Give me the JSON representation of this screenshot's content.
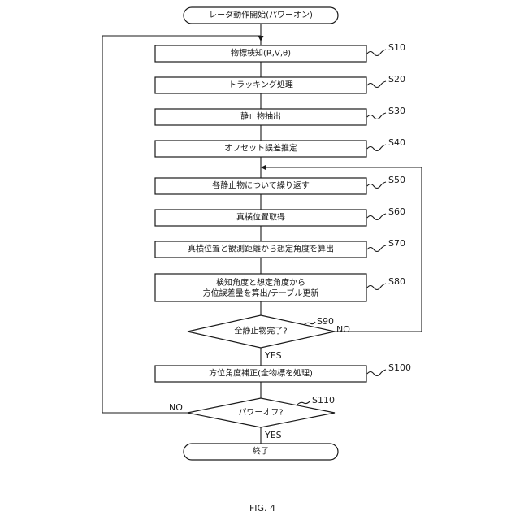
{
  "flowchart": {
    "start": "レーダ動作開始(パワーオン)",
    "end": "終了",
    "steps": [
      {
        "id": "S10",
        "text": "物標検知(R,V,θ)"
      },
      {
        "id": "S20",
        "text": "トラッキング処理"
      },
      {
        "id": "S30",
        "text": "静止物抽出"
      },
      {
        "id": "S40",
        "text": "オフセット誤差推定"
      },
      {
        "id": "S50",
        "text": "各静止物について繰り返す"
      },
      {
        "id": "S60",
        "text": "真横位置取得"
      },
      {
        "id": "S70",
        "text": "真横位置と観測距離から想定角度を算出"
      },
      {
        "id": "S80",
        "text": "検知角度と想定角度から\n方位誤差量を算出/テーブル更新"
      },
      {
        "id": "S100",
        "text": "方位角度補正(全物標を処理)"
      }
    ],
    "decisions": [
      {
        "id": "S90",
        "text": "全静止物完了?",
        "yes": "YES",
        "no": "NO"
      },
      {
        "id": "S110",
        "text": "パワーオフ?",
        "yes": "YES",
        "no": "NO"
      }
    ]
  },
  "caption": "FIG. 4"
}
